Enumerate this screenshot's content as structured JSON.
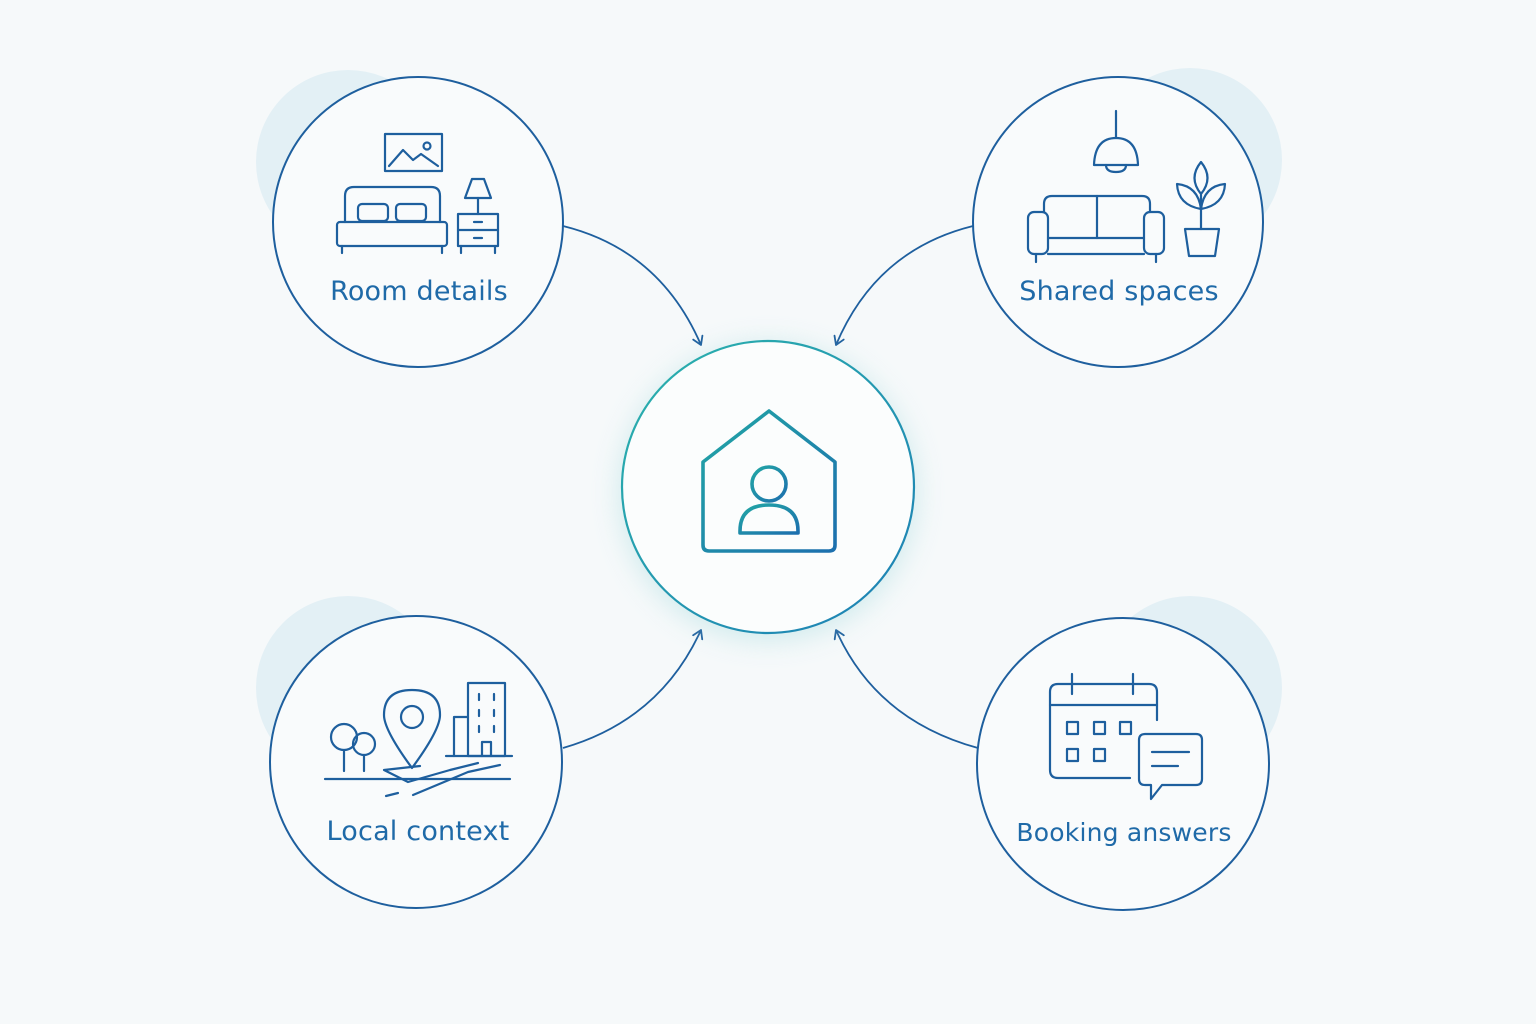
{
  "colors": {
    "background": "#f6f9fa",
    "primary": "#1e5f9e",
    "label": "#1f6aa8",
    "accent_teal": "#21a5a6",
    "halo": "#e3f0f5"
  },
  "hub": {
    "icon": "home-person-icon"
  },
  "nodes": [
    {
      "label": "Room details",
      "icon": "bedroom-icon"
    },
    {
      "label": "Shared spaces",
      "icon": "living-room-icon"
    },
    {
      "label": "Local context",
      "icon": "location-map-icon"
    },
    {
      "label": "Booking answers",
      "icon": "calendar-chat-icon"
    }
  ]
}
